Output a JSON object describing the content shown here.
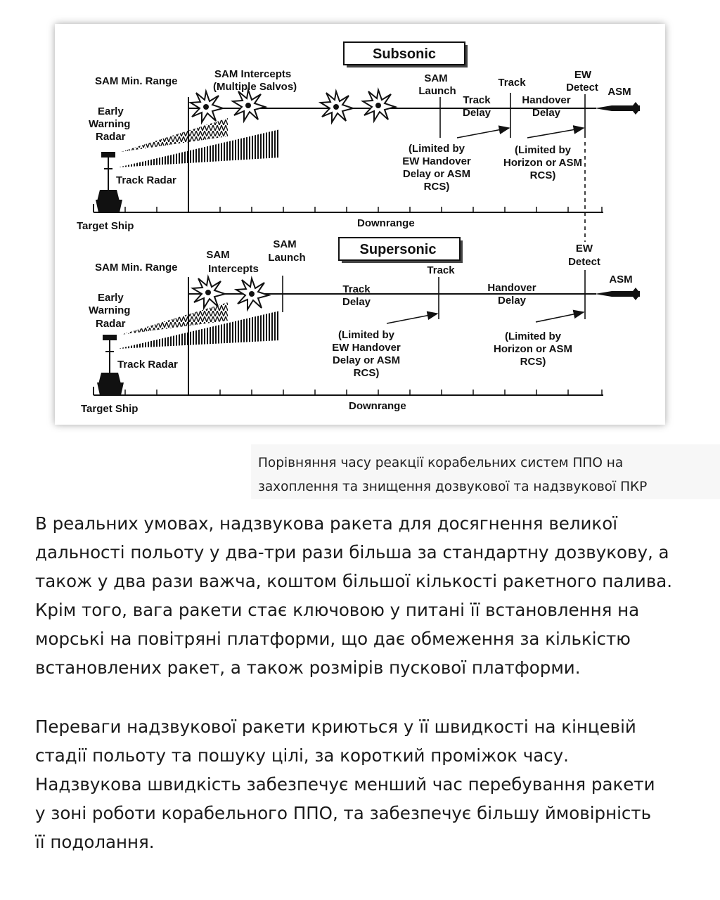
{
  "diagram": {
    "subsonic": {
      "title": "Subsonic",
      "sam_min_range": "SAM Min. Range",
      "sam_intercepts_1": "SAM Intercepts",
      "sam_intercepts_2": "(Multiple Salvos)",
      "early_warning_1": "Early",
      "early_warning_2": "Warning",
      "early_warning_3": "Radar",
      "track_radar": "Track Radar",
      "sam_launch_1": "SAM",
      "sam_launch_2": "Launch",
      "track": "Track",
      "ew_detect_1": "EW",
      "ew_detect_2": "Detect",
      "asm": "ASM",
      "track_delay_1": "Track",
      "track_delay_2": "Delay",
      "handover_delay_1": "Handover",
      "handover_delay_2": "Delay",
      "limited_a_1": "(Limited by",
      "limited_a_2": "EW Handover",
      "limited_a_3": "Delay or ASM",
      "limited_a_4": "RCS)",
      "limited_b_1": "(Limited by",
      "limited_b_2": "Horizon or ASM",
      "limited_b_3": "RCS)",
      "target_ship": "Target Ship",
      "downrange": "Downrange"
    },
    "supersonic": {
      "title": "Supersonic",
      "sam_min_range": "SAM Min. Range",
      "sam_intercepts_1": "SAM",
      "sam_intercepts_2": "Intercepts",
      "sam_launch_1": "SAM",
      "sam_launch_2": "Launch",
      "early_warning_1": "Early",
      "early_warning_2": "Warning",
      "early_warning_3": "Radar",
      "track_radar": "Track Radar",
      "track": "Track",
      "ew_detect_1": "EW",
      "ew_detect_2": "Detect",
      "asm": "ASM",
      "track_delay_1": "Track",
      "track_delay_2": "Delay",
      "handover_delay_1": "Handover",
      "handover_delay_2": "Delay",
      "limited_a_1": "(Limited by",
      "limited_a_2": "EW Handover",
      "limited_a_3": "Delay or ASM",
      "limited_a_4": "RCS)",
      "limited_b_1": "(Limited by",
      "limited_b_2": "Horizon or ASM",
      "limited_b_3": "RCS)",
      "target_ship": "Target Ship",
      "downrange": "Downrange"
    }
  },
  "caption": {
    "line1": "Порівняння часу реакції корабельних систем ППО на",
    "line2": "захоплення та знищення дозвукової та надзвукової ПКР"
  },
  "paragraph1": {
    "lines": [
      "В реальних умовах, надзвукова ракета для досягнення великої",
      "дальності польоту у два-три рази більша за стандартну дозвукову, а",
      "також у два рази важча, коштом більшої кількості ракетного палива.",
      "Крім того, вага ракети стає ключовою у питані її встановлення на",
      "морські на повітряні платформи, що дає обмеження за кількістю",
      "встановлених ракет, а також розмірів пускової платформи."
    ]
  },
  "paragraph2": {
    "lines": [
      "Переваги надзвукової ракети криються у її швидкості на кінцевій",
      "стадії польоту та пошуку цілі, за короткий проміжок часу.",
      "Надзвукова швидкість забезпечує менший час перебування ракети",
      "у зоні роботи корабельного ППО, та забезпечує більшу ймовірність",
      "її подолання."
    ]
  }
}
